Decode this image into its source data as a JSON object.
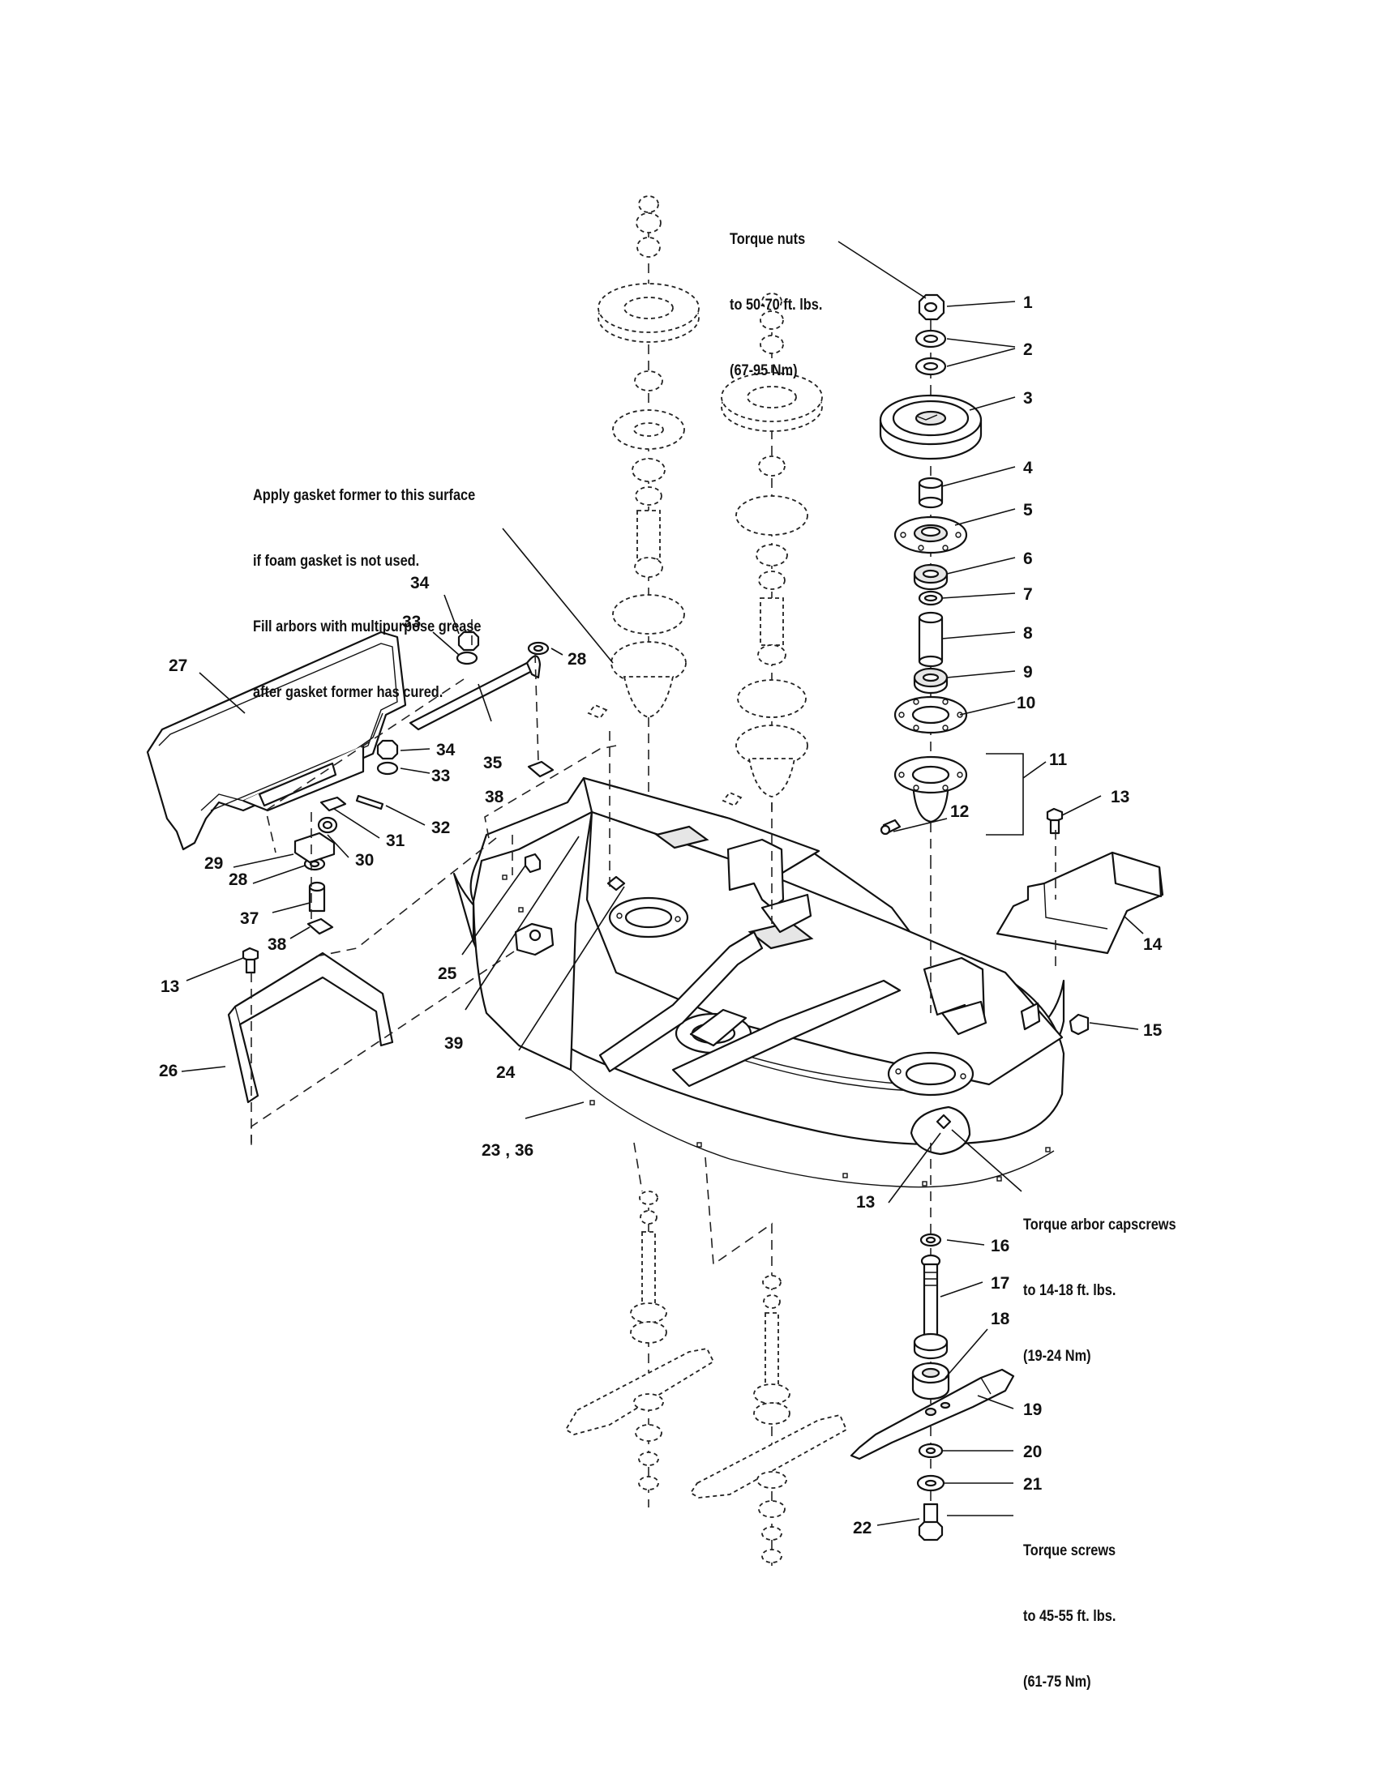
{
  "notes": {
    "torque_nuts": [
      "Torque nuts",
      "to 50-70 ft. lbs.",
      "(67-95 Nm)"
    ],
    "gasket": [
      "Apply gasket former to this surface",
      "if foam gasket is not used.",
      "Fill arbors with multipurpose grease",
      "after gasket former has cured."
    ],
    "torque_capscrews": [
      "Torque arbor capscrews",
      "to 14-18 ft. lbs.",
      "(19-24 Nm)"
    ],
    "torque_screws": [
      "Torque screws",
      "to 45-55 ft. lbs.",
      "(61-75 Nm)"
    ]
  },
  "callouts": {
    "c1": "1",
    "c2": "2",
    "c3": "3",
    "c4": "4",
    "c5": "5",
    "c6": "6",
    "c7": "7",
    "c8": "8",
    "c9": "9",
    "c10": "10",
    "c11": "11",
    "c12": "12",
    "c13a": "13",
    "c13b": "13",
    "c13c": "13",
    "c14": "14",
    "c15": "15",
    "c16": "16",
    "c17": "17",
    "c18": "18",
    "c19": "19",
    "c20": "20",
    "c21": "21",
    "c22": "22",
    "c23_36": "23 , 36",
    "c24": "24",
    "c25": "25",
    "c26": "26",
    "c27": "27",
    "c28a": "28",
    "c28b": "28",
    "c29": "29",
    "c30": "30",
    "c31": "31",
    "c32": "32",
    "c33a": "33",
    "c33b": "33",
    "c34a": "34",
    "c34b": "34",
    "c35": "35",
    "c37": "37",
    "c38a": "38",
    "c38b": "38",
    "c39": "39"
  }
}
